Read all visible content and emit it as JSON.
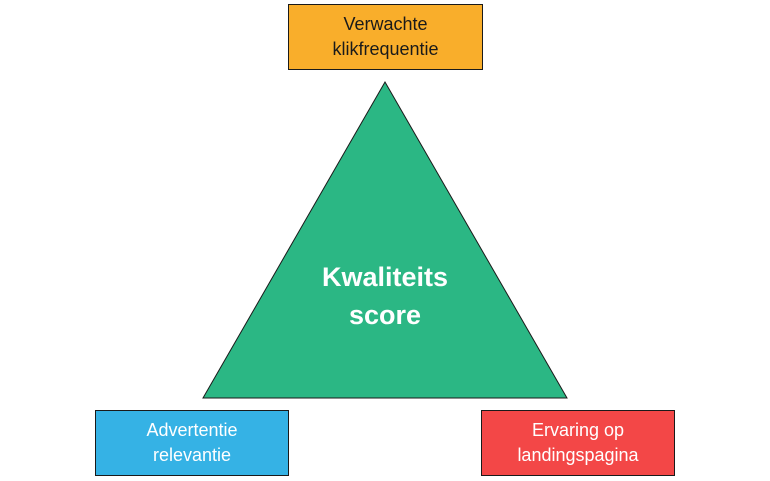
{
  "center": {
    "line1": "Kwaliteits",
    "line2": "score"
  },
  "factors": {
    "top": {
      "line1": "Verwachte",
      "line2": "klikfrequentie"
    },
    "left": {
      "line1": "Advertentie",
      "line2": "relevantie"
    },
    "right": {
      "line1": "Ervaring op",
      "line2": "landingspagina"
    }
  },
  "colors": {
    "triangle": "#2bb784",
    "top_box": "#f9ae2b",
    "left_box": "#35b2e5",
    "right_box": "#f34747"
  }
}
